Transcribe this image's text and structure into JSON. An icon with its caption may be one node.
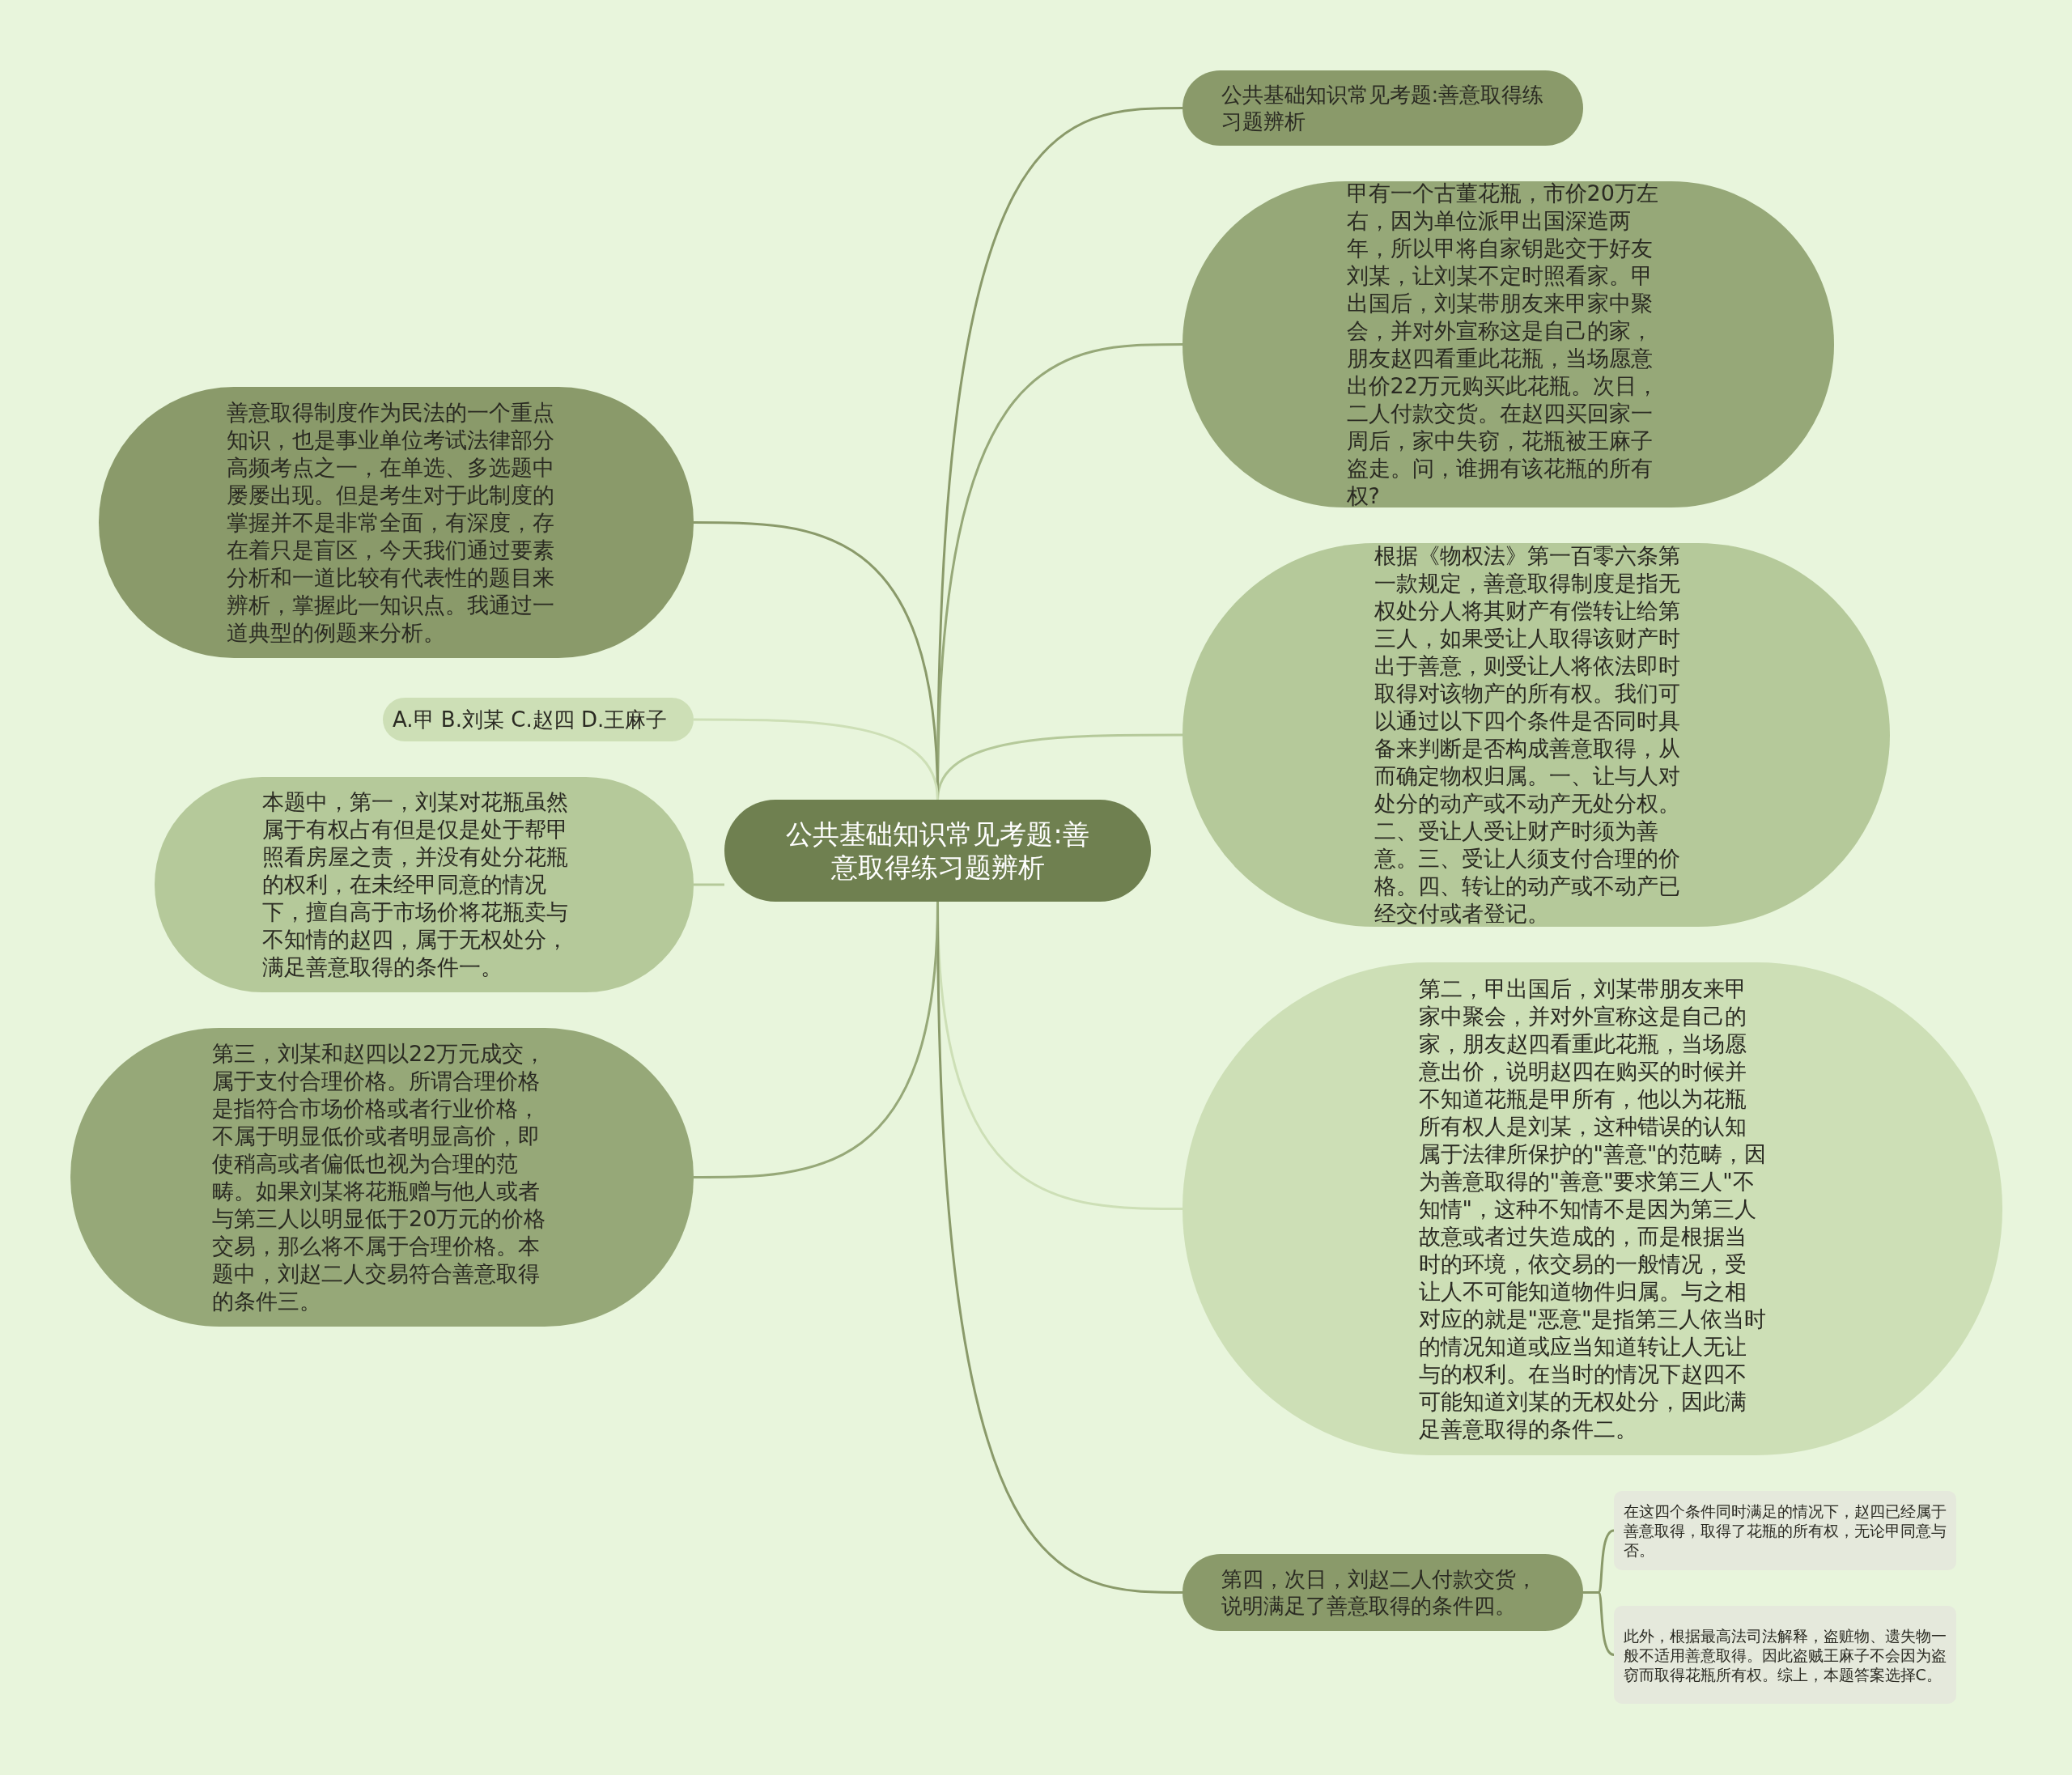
{
  "diagram": {
    "nodes": [
      {
        "text": [
          "公共基础知识常见考题:善意取得练习题辨析"
        ]
      },
      {
        "text": [
          "公共基础知识常见考题:善意取得练习题辨析"
        ]
      },
      {
        "text": [
          "甲有一个古董花瓶，市价20万左右，因为单位派甲出国深造两年，所以甲将自家钥匙交于好友刘某，让刘某不定时照看家。甲出国后，刘某带朋友来甲家中聚会，并对外宣称这是自己的家，朋友赵四看重此花瓶，当场愿意出价22万元购买此花瓶。次日，二人付款交货。在赵四买回家一周后，家中失窃，花瓶被王麻子盗走。问，谁拥有该花瓶的所有权?"
        ]
      },
      {
        "text": [
          "根据《物权法》第一百零六条第一款规定，善意取得制度是指无权处分人将其财产有偿转让给第三人，如果受让人取得该财产时出于善意，则受让人将依法即时取得对该物产的所有权。我们可以通过以下四个条件是否同时具备来判断是否构成善意取得，从而确定物权归属。一、让与人对处分的动产或不动产无处分权。二、受让人受让财产时须为善意。三、受让人须支付合理的价格。四、转让的动产或不动产已经交付或者登记。"
        ]
      },
      {
        "text": [
          "第二，甲出国后，刘某带朋友来甲家中聚会，并对外宣称这是自己的家，朋友赵四看重此花瓶，当场愿意出价，说明赵四在购买的时候并不知道花瓶是甲所有，他以为花瓶所有权人是刘某，这种错误的认知属于法律所保护的\"善意\"的范畴，因为善意取得的\"善意\"要求第三人\"不知情\"，这种不知情不是因为第三人故意或者过失造成的，而是根据当时的环境，依交易的一般情况，受让人不可能知道物件归属。与之相对应的就是\"恶意\"是指第三人依当时的情况知道或应当知道转让人无让与的权利。在当时的情况下赵四不可能知道刘某的无权处分，因此满足善意取得的条件二。"
        ]
      },
      {
        "text": [
          "第四，次日，刘赵二人付款交货，说明满足了善意取得的条件四。"
        ]
      },
      {
        "text": [
          "在这四个条件同时满足的情况下，赵四已经属于善意取得，取得了花瓶的所有权，无论甲同意与否。"
        ]
      },
      {
        "text": [
          "此外，根据最高法司法解释，盗赃物、遗失物一般不适用善意取得。因此盗贼王麻子不会因为盗窃而取得花瓶所有权。综上，本题答案选择C。"
        ]
      },
      {
        "text": [
          "善意取得制度作为民法的一个重点知识，也是事业单位考试法律部分高频考点之一，在单选、多选题中屡屡出现。但是考生对于此制度的掌握并不是非常全面，有深度，存在着只是盲区，今天我们通过要素分析和一道比较有代表性的题目来辨析，掌握此一知识点。我通过一道典型的例题来分析。"
        ]
      },
      {
        "text": [
          "A.甲 B.刘某 C.赵四 D.王麻子"
        ]
      },
      {
        "text": [
          "本题中，第一，刘某对花瓶虽然属于有权占有但是仅是处于帮甲照看房屋之责，并没有处分花瓶的权利，在未经甲同意的情况下，擅自高于市场价将花瓶卖与不知情的赵四，属于无权处分，满足善意取得的条件一。"
        ]
      },
      {
        "text": [
          "第三，刘某和赵四以22万元成交，属于支付合理价格。所谓合理价格是指符合市场价格或者行业价格，不属于明显低价或者明显高价，即使稍高或者偏低也视为合理的范畴。如果刘某将花瓶赠与他人或者与第三人以明显低于20万元的价格交易，那么将不属于合理价格。本题中，刘赵二人交易符合善意取得的条件三。"
        ]
      }
    ],
    "edges": [
      {
        "from": 0,
        "to": 1,
        "arrow": "none"
      },
      {
        "from": 0,
        "to": 2,
        "arrow": "none",
        "color": "#96a878"
      },
      {
        "from": 0,
        "to": 3,
        "arrow": "none",
        "color": "#b5c99a"
      },
      {
        "from": 0,
        "to": 4,
        "arrow": "none",
        "color": "#cddfb6"
      },
      {
        "from": 0,
        "to": 5,
        "arrow": "none"
      },
      {
        "from": 5,
        "to": 6,
        "arrow": "none"
      },
      {
        "from": 5,
        "to": 7,
        "arrow": "none"
      },
      {
        "from": 0,
        "to": 8,
        "arrow": "none"
      },
      {
        "from": 0,
        "to": 9,
        "arrow": "none",
        "color": "#cddfb6"
      },
      {
        "from": 0,
        "to": 10,
        "arrow": "none",
        "color": "#b5c99a"
      },
      {
        "from": 0,
        "to": 11,
        "arrow": "none",
        "color": "#96a878"
      }
    ]
  }
}
